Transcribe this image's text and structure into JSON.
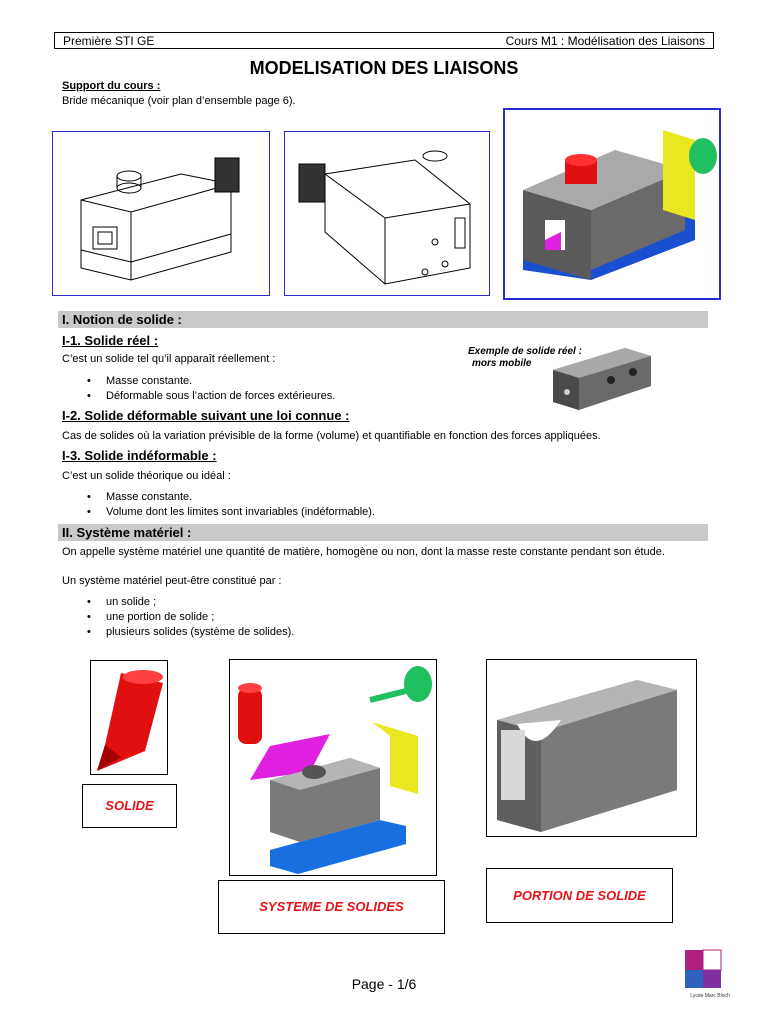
{
  "header": {
    "left": "Première STI GE",
    "right": "Cours M1 : Modélisation des Liaisons"
  },
  "title": "MODELISATION DES LIAISONS",
  "support": {
    "heading": "Support du cours :",
    "text": "Bride mécanique (voir plan d’ensemble page 6)."
  },
  "section1": {
    "heading": "I. Notion de solide :",
    "s1_heading": "I-1. Solide réel :",
    "s1_text": "C’est un solide tel qu’il apparaît réellement :",
    "s1_bullets": [
      "Masse constante.",
      "Déformable sous l’action de forces extérieures."
    ],
    "example_caption_1": "Exemple de solide réel :",
    "example_caption_2": "mors mobile",
    "s2_heading": "I-2. Solide déformable suivant une loi connue :",
    "s2_text": "Cas de solides où la variation prévisible de la forme (volume) et quantifiable en fonction des forces appliquées.",
    "s3_heading": "I-3. Solide indéformable :",
    "s3_text": "C’est un solide théorique ou idéal :",
    "s3_bullets": [
      "Masse constante.",
      "Volume dont les limites sont invariables (indéformable)."
    ]
  },
  "section2": {
    "heading": "II. Système matériel :",
    "text1": "On appelle système matériel une quantité de matière, homogène ou non, dont la masse reste constante pendant son étude.",
    "text2": "Un système matériel peut-être constitué par :",
    "bullets": [
      "un solide ;",
      "une portion de solide ;",
      "plusieurs solides (système de solides)."
    ]
  },
  "labels": {
    "solide": "SOLIDE",
    "systeme": "SYSTEME DE SOLIDES",
    "portion": "PORTION DE SOLIDE"
  },
  "logo_text": "Lycée Marc Bloch",
  "footer": "Page - 1/6",
  "colors": {
    "frame_blue": "#2b2bd0",
    "label_red": "#e4141b",
    "section_grey": "#c9c9c9"
  }
}
